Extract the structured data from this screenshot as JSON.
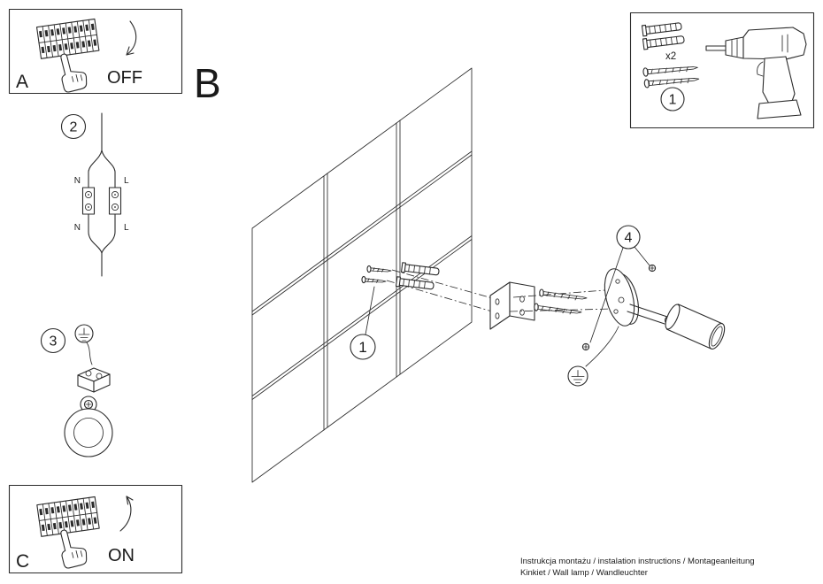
{
  "colors": {
    "ink": "#1a1a1a",
    "paper": "#ffffff"
  },
  "panel_a": {
    "label": "A",
    "state_label": "OFF"
  },
  "panel_c": {
    "label": "C",
    "state_label": "ON"
  },
  "section_b": {
    "label": "B"
  },
  "steps": {
    "s1": "1",
    "s2": "2",
    "s3": "3",
    "s4": "4"
  },
  "toolbox": {
    "qty_label": "x2"
  },
  "wiring": {
    "top_left": "N",
    "top_right": "L",
    "bottom_left": "N",
    "bottom_right": "L"
  },
  "footer": {
    "line1": "Instrukcja montażu / instalation instructions / Montageanleitung",
    "line2": "Kinkiet / Wall lamp / Wandleuchter"
  }
}
